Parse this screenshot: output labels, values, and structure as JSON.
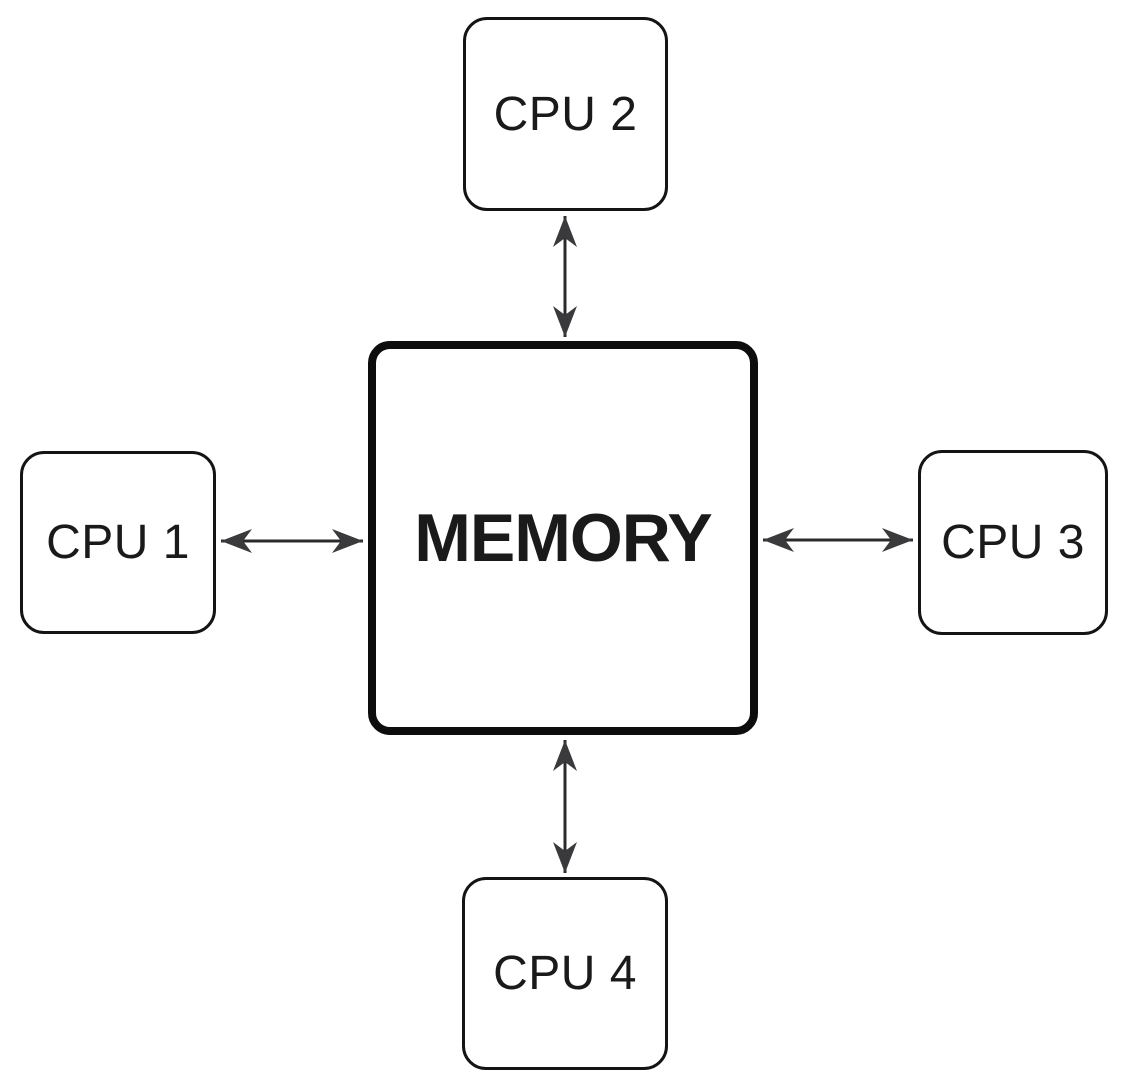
{
  "diagram": {
    "type": "block-diagram",
    "description": "Shared memory multiprocessor: four CPUs connected bidirectionally to a central memory",
    "nodes": {
      "memory": {
        "label": "MEMORY",
        "shape": "rounded-rect",
        "border": "thick"
      },
      "cpu1": {
        "label": "CPU 1",
        "shape": "rounded-rect",
        "border": "thin",
        "position": "left"
      },
      "cpu2": {
        "label": "CPU 2",
        "shape": "rounded-rect",
        "border": "thin",
        "position": "top"
      },
      "cpu3": {
        "label": "CPU 3",
        "shape": "rounded-rect",
        "border": "thin",
        "position": "right"
      },
      "cpu4": {
        "label": "CPU 4",
        "shape": "rounded-rect",
        "border": "thin",
        "position": "bottom"
      }
    },
    "edges": [
      {
        "from": "cpu1",
        "to": "memory",
        "direction": "bidirectional",
        "style": "stealth-arrowheads"
      },
      {
        "from": "cpu2",
        "to": "memory",
        "direction": "bidirectional",
        "style": "stealth-arrowheads"
      },
      {
        "from": "cpu3",
        "to": "memory",
        "direction": "bidirectional",
        "style": "stealth-arrowheads"
      },
      {
        "from": "cpu4",
        "to": "memory",
        "direction": "bidirectional",
        "style": "stealth-arrowheads"
      }
    ],
    "colors": {
      "background": "#ffffff",
      "node_fill": "#ffffff",
      "node_border": "#111111",
      "text": "#1a1a1a",
      "arrow_line": "#2b2b2b",
      "arrowhead_fill": "#3a3a3c"
    }
  }
}
